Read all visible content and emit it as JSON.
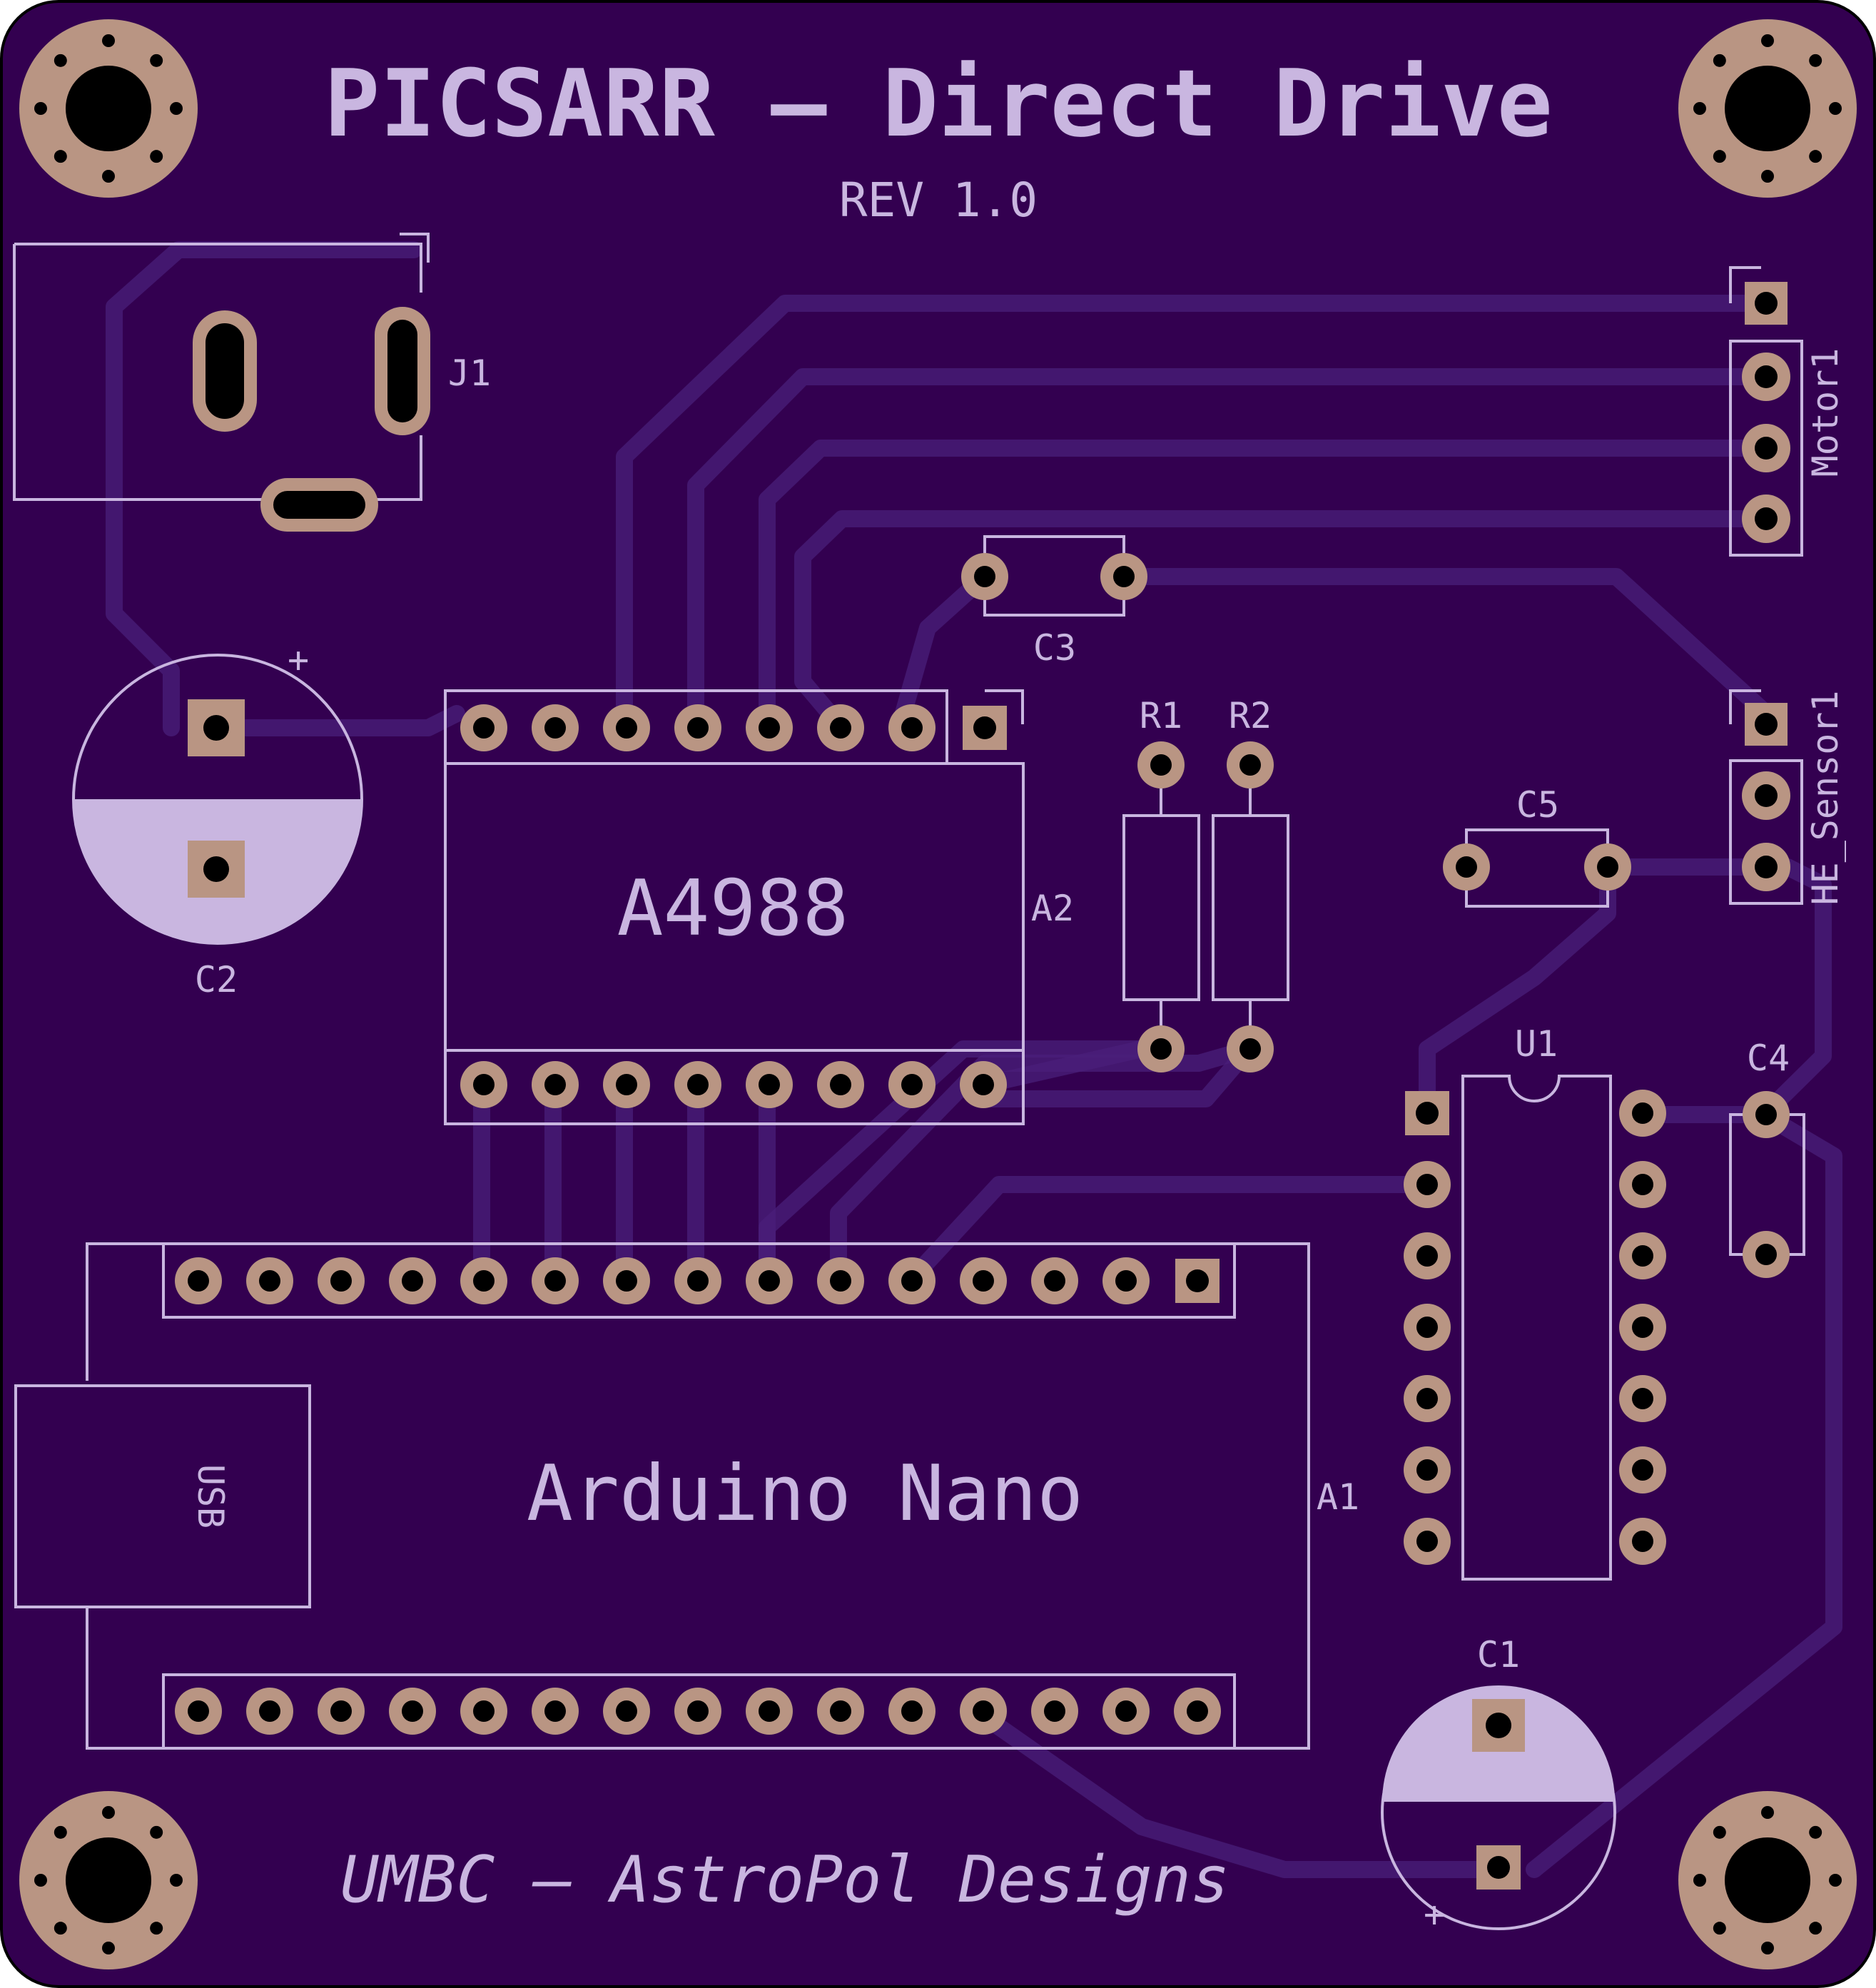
{
  "board": {
    "title": "PICSARR — Direct Drive",
    "revision": "REV 1.0",
    "footer": "UMBC — AstroPol Designs",
    "colors": {
      "soldermask": "#330050",
      "silkscreen": "#c9b6e0",
      "copper_pad": "#b99583",
      "trace": "#4a1f7a"
    }
  },
  "components": {
    "J1": "J1",
    "C1": "C1",
    "C2": "C2",
    "C3": "C3",
    "C4": "C4",
    "C5": "C5",
    "R1": "R1",
    "R2": "R2",
    "U1": "U1",
    "A1": "A1",
    "A2": "A2",
    "motor": "Motor1",
    "sensor": "HE_Sensor1",
    "driver_module": "A4988",
    "arduino_module": "Arduino Nano",
    "usb": "USB",
    "plus_c2": "+",
    "plus_c1": "+"
  }
}
